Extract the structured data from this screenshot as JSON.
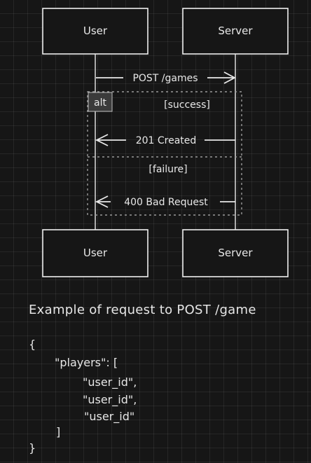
{
  "diagram": {
    "participants": {
      "user": "User",
      "server": "Server"
    },
    "messages": {
      "post_games": "POST /games",
      "created": "201 Created",
      "bad_request": "400 Bad Request"
    },
    "alt_fragment": {
      "label": "alt",
      "success_guard": "[success]",
      "failure_guard": "[failure]"
    }
  },
  "example": {
    "title": "Example of request to POST /game",
    "lines": [
      "{",
      "\"players\": [",
      "\"user_id\",",
      "\"user_id\",",
      "\"user_id\"",
      "]",
      "}"
    ]
  }
}
